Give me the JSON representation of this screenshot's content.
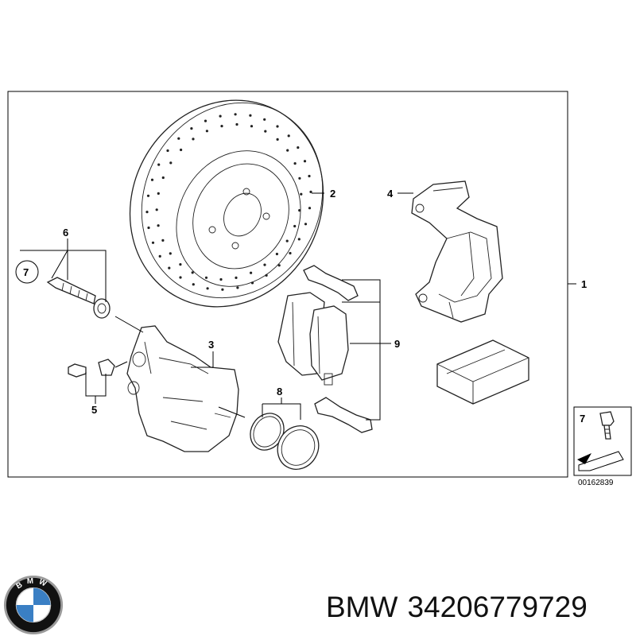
{
  "diagram": {
    "callouts": {
      "c1": "1",
      "c2": "2",
      "c3": "3",
      "c4": "4",
      "c5": "5",
      "c6": "6",
      "c7": "7",
      "c8": "8",
      "c9": "9"
    },
    "inset": {
      "callout": "7"
    },
    "drawing_code": "00162839"
  },
  "footer": {
    "brand": "BMW",
    "part_number": "34206779729",
    "logo_letters": "BMW"
  },
  "colors": {
    "logo_blue": "#3a7fc4",
    "logo_ring": "#111111",
    "logo_chrome": "#9a9a9a"
  }
}
